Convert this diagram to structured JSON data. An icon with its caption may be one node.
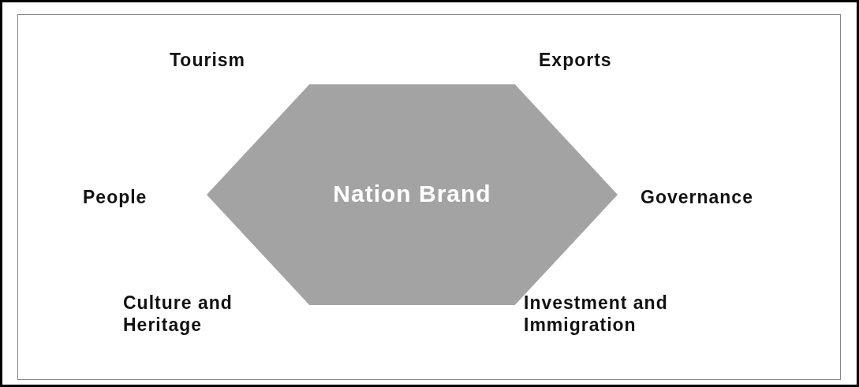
{
  "diagram": {
    "nodes": [
      {
        "text": [
          "Nation Brand"
        ]
      }
    ],
    "labels": [
      "Tourism",
      "Exports",
      "People",
      "Governance",
      "Culture and Heritage",
      "Investment and Immigration"
    ]
  }
}
